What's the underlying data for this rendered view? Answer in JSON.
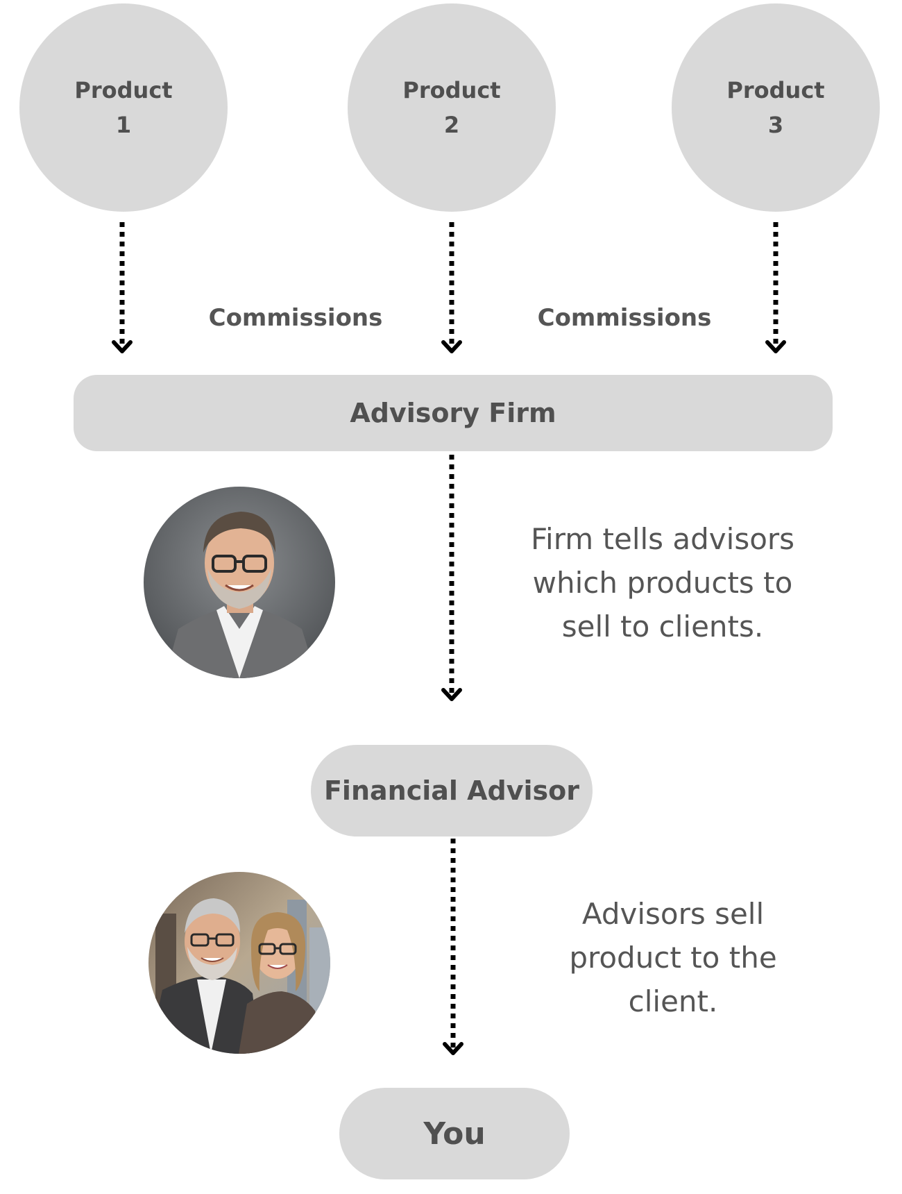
{
  "products": [
    {
      "line1": "Product",
      "line2": "1"
    },
    {
      "line1": "Product",
      "line2": "2"
    },
    {
      "line1": "Product",
      "line2": "3"
    }
  ],
  "commission_labels": [
    "Commissions",
    "Commissions"
  ],
  "nodes": {
    "advisory_firm": "Advisory Firm",
    "financial_advisor": "Financial Advisor",
    "you": "You"
  },
  "descriptions": {
    "firm_to_advisor": [
      "Firm tells advisors",
      "which products to",
      "sell to clients."
    ],
    "advisor_to_client": [
      "Advisors sell",
      "product to the",
      "client."
    ]
  },
  "photos": {
    "advisor_photo": "smiling-man-portrait",
    "client_photo": "smiling-couple-portrait"
  },
  "colors": {
    "node_fill": "#d9d9d9",
    "node_text": "#505050",
    "arrow": "#000000"
  }
}
